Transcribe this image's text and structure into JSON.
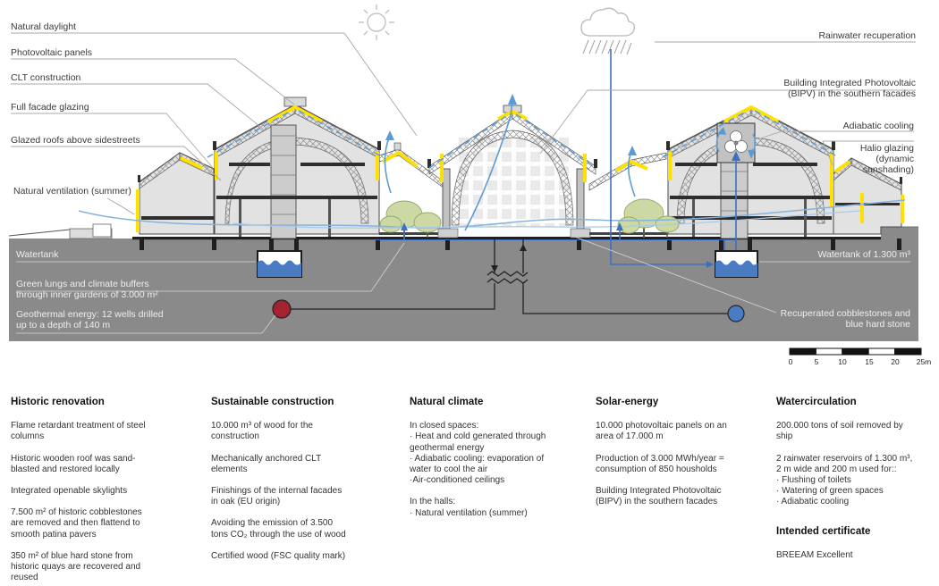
{
  "diagram": {
    "left_labels": [
      "Natural daylight",
      "Photovoltaic panels",
      "CLT construction",
      "Full facade glazing",
      "Glazed roofs above sidestreets",
      "Natural ventilation (summer)"
    ],
    "right_labels": [
      "Rainwater recuperation",
      "Building Integrated Photovoltaic\n(BIPV) in the southern facades",
      "Adiabatic cooling",
      "Halio glazing\n(dynamic\nsunshading)"
    ],
    "ground_labels_left": [
      "Watertank",
      "Green lungs and climate buffers\nthrough inner gardens of 3.000 m²",
      "Geothermal energy: 12 wells drilled\nup to a depth of 140 m"
    ],
    "ground_labels_right": [
      "Watertank of 1.300 m³",
      "Recuperated cobblestones and\nblue hard stone"
    ],
    "scale_bar": {
      "ticks": [
        "0",
        "5",
        "10",
        "15",
        "20",
        "25m"
      ]
    }
  },
  "info_columns": [
    {
      "heading": "Historic renovation",
      "paragraphs": [
        "Flame retardant treatment of steel\ncolumns",
        "Historic wooden roof was sand-\nblasted and restored locally",
        "Integrated openable skylights",
        "7.500 m² of historic cobblestones\nare removed and then flattend to\nsmooth patina pavers",
        "350 m² of blue hard stone from\nhistoric quays are recovered and\nreused"
      ]
    },
    {
      "heading": "Sustainable construction",
      "paragraphs": [
        "10.000 m³ of wood for the\nconstruction",
        "Mechanically anchored CLT\nelements",
        "Finishings of the internal facades\nin oak (EU origin)",
        "Avoiding the emission of 3.500\ntons CO₂ through the use of wood",
        "Certified wood (FSC quality mark)"
      ]
    },
    {
      "heading": "Natural climate",
      "paragraphs": [
        "In closed spaces:\n· Heat and cold generated through\ngeothermal energy\n· Adiabatic cooling: evaporation of\nwater to cool the air\n·Air-conditioned ceilings",
        "In the halls:\n· Natural ventilation (summer)"
      ]
    },
    {
      "heading": "Solar-energy",
      "paragraphs": [
        "10.000 photovoltaic panels on an\narea of 17.000 m",
        "Production of 3.000 MWh/year =\nconsumption of 850 housholds",
        "Building Integrated Photovoltaic\n(BIPV) in the southern facades"
      ]
    },
    {
      "heading": "Watercirculation",
      "paragraphs": [
        "200.000 tons of soil removed by\nship",
        "2 rainwater reservoirs of 1.300 m³,\n2 m wide and 200 m used for::\n· Flushing of toilets\n· Watering of green spaces\n· Adiabatic cooling"
      ],
      "heading2": "Intended certificate",
      "paragraphs2": [
        "BREEAM Excellent"
      ]
    }
  ],
  "colors": {
    "accent_yellow": "#ffe100",
    "flow_blue": "#5b9bd5",
    "pipe_blue": "#3f6fbf",
    "water_blue": "#4a7cc4",
    "geothermal_warm_red": "#a32430",
    "geothermal_cold_blue": "#4a7cc4",
    "ground_gray": "#8a8a8a",
    "tree_green": "#ccd9a5"
  }
}
